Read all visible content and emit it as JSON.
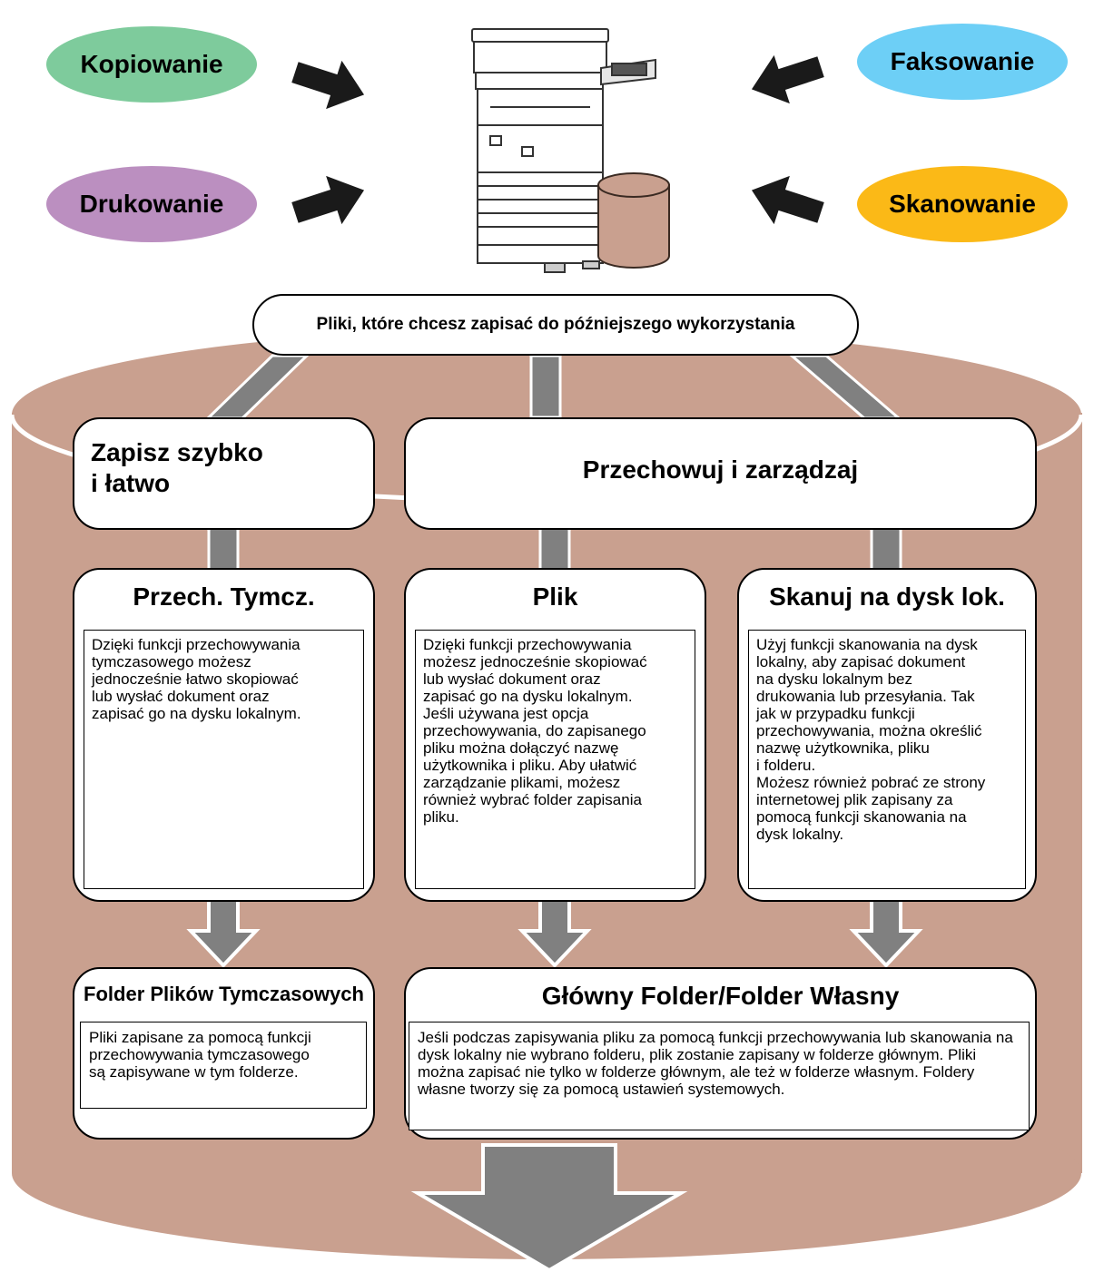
{
  "inputs": {
    "copying": "Kopiowanie",
    "printing": "Drukowanie",
    "faxing": "Faksowanie",
    "scanning": "Skanowanie"
  },
  "header": "Pliki, które chcesz zapisać do późniejszego wykorzystania",
  "categories": {
    "quick": "Zapisz szybko\ni łatwo",
    "manage": "Przechowuj i zarządzaj"
  },
  "methods": {
    "temp": {
      "title": "Przech. Tymcz.",
      "text": "Dzięki funkcji przechowywania\ntymczasowego możesz\njednocześnie łatwo skopiować\nlub wysłać dokument oraz\nzapisać go na dysku lokalnym."
    },
    "file": {
      "title": "Plik",
      "text": "Dzięki funkcji przechowywania\nmożesz jednocześnie skopiować\nlub wysłać dokument oraz\nzapisać go na dysku lokalnym.\nJeśli używana jest opcja\nprzechowywania, do zapisanego\npliku można dołączyć nazwę\nużytkownika i pliku. Aby ułatwić\nzarządzanie plikami, możesz\nrównież wybrać folder zapisania\npliku."
    },
    "scan": {
      "title": "Skanuj na dysk lok.",
      "text": "Użyj funkcji skanowania na dysk\nlokalny, aby zapisać dokument\nna dysku lokalnym bez\ndrukowania lub przesyłania. Tak\njak w przypadku funkcji\nprzechowywania, można określić\nnazwę użytkownika, pliku\ni folderu.\nMożesz również pobrać ze strony\ninternetowej plik zapisany za\npomocą funkcji skanowania na\ndysk lokalny."
    }
  },
  "folders": {
    "temp": {
      "title": "Folder Plików Tymczasowych",
      "text": "Pliki zapisane za pomocą funkcji\nprzechowywania tymczasowego\nsą zapisywane w tym folderze."
    },
    "main": {
      "title": "Główny Folder/Folder Własny",
      "text": "Jeśli podczas zapisywania pliku za pomocą funkcji przechowywania lub skanowania na dysk lokalny nie wybrano folderu, plik zostanie zapisany w folderze głównym. Pliki można zapisać nie tylko w folderze głównym, ale też w folderze własnym. Foldery własne tworzy się za pomocą ustawień systemowych."
    }
  },
  "colors": {
    "copying": "#7ecb9c",
    "printing": "#bb8fc0",
    "faxing": "#6dcff6",
    "scanning": "#fbb917",
    "storage": "#c9a08f",
    "connector": "#808080"
  }
}
